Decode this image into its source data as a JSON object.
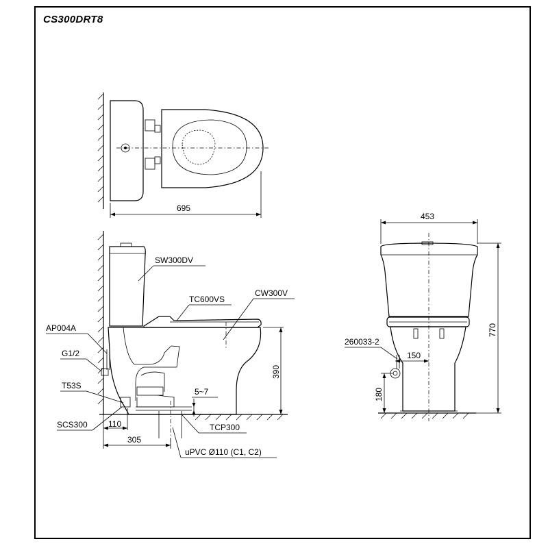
{
  "title": {
    "model": "CS300DRT8"
  },
  "dimensions": {
    "top_width": "695",
    "front_width": "453",
    "total_height": "770",
    "bowl_height": "390",
    "gap": "5~7",
    "wall_to_supply": "110",
    "wall_to_outlet": "305",
    "supply_height": "180",
    "supply_offset": "150"
  },
  "parts": {
    "tank": "SW300DV",
    "seat": "TC600VS",
    "bowl": "CW300V",
    "angle_valve": "AP004A",
    "thread": "G1/2",
    "flange": "T53S",
    "screw": "SCS300",
    "outlet": "TCP300",
    "pipe": "uPVC Ø110 (C1, C2)",
    "supply_hose": "260033-2"
  }
}
